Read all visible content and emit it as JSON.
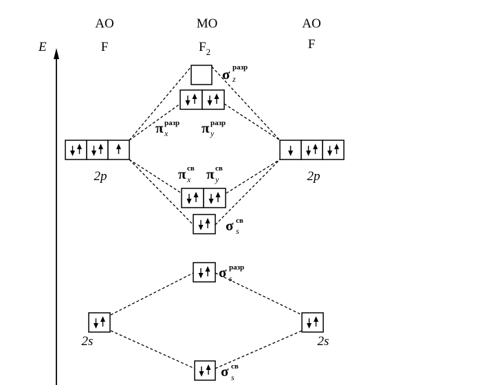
{
  "headers": {
    "ao_left": "AO",
    "ao_left_atom": "F",
    "mo": "MO",
    "mo_molecule": "F",
    "mo_molecule_sub": "2",
    "ao_right": "AO",
    "ao_right_atom": "F"
  },
  "axis": {
    "label": "E"
  },
  "atomic_orbitals": {
    "left_2p": {
      "label": "2p",
      "electrons": [
        "pair",
        "pair",
        "up"
      ]
    },
    "right_2p": {
      "label": "2p",
      "electrons": [
        "down",
        "pair",
        "pair"
      ]
    },
    "left_2s": {
      "label": "2s",
      "electrons": [
        "pair"
      ]
    },
    "right_2s": {
      "label": "2s",
      "electrons": [
        "pair"
      ]
    }
  },
  "molecular_orbitals": {
    "sigma_z_antibonding": {
      "symbol": "σ",
      "sub": "z",
      "sup": "разр",
      "electrons": [
        "empty"
      ]
    },
    "pi_antibonding": {
      "electrons": [
        "pair",
        "pair"
      ],
      "labels": [
        {
          "symbol": "π",
          "sub": "x",
          "sup": "разр"
        },
        {
          "symbol": "π",
          "sub": "y",
          "sup": "разр"
        }
      ]
    },
    "pi_bonding": {
      "electrons": [
        "pair",
        "pair"
      ],
      "labels": [
        {
          "symbol": "π",
          "sub": "x",
          "sup": "св"
        },
        {
          "symbol": "π",
          "sub": "y",
          "sup": "св"
        }
      ]
    },
    "sigma_s_bonding_2p": {
      "symbol": "σ",
      "sub": "s",
      "sup": "св",
      "electrons": [
        "pair"
      ]
    },
    "sigma_s_antibonding_2s": {
      "symbol": "σ",
      "sub": "s",
      "sup": "разр",
      "electrons": [
        "pair"
      ]
    },
    "sigma_s_bonding_2s": {
      "symbol": "σ",
      "sub": "s",
      "sup": "св",
      "electrons": [
        "pair"
      ]
    }
  }
}
